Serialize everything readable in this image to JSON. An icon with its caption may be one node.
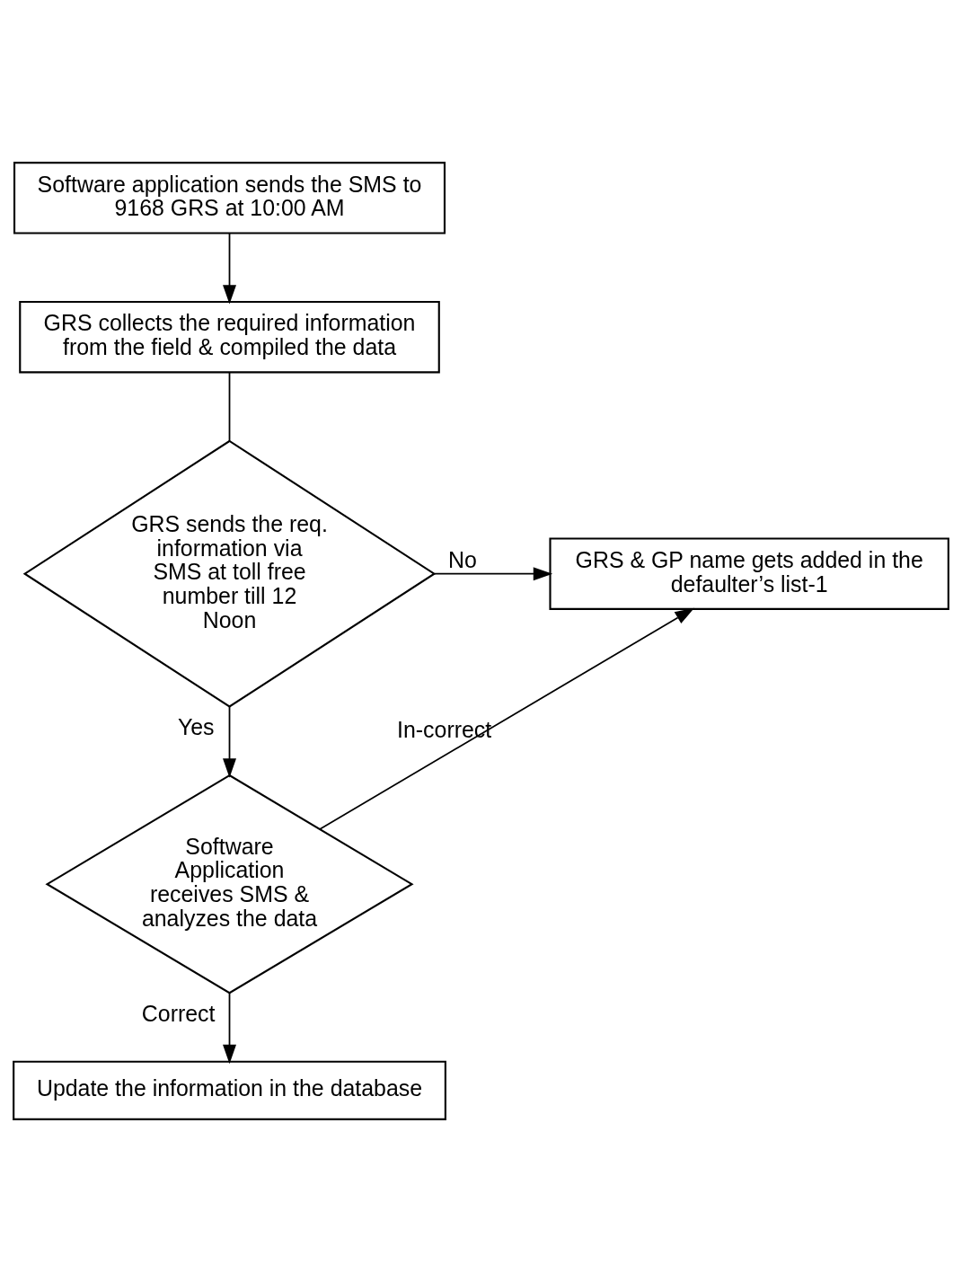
{
  "diagram": {
    "nodes": [
      {
        "text": [
          "Software application sends the SMS to 9168 GRS at 10:00 AM"
        ]
      },
      {
        "text": [
          "GRS collects the required information from the field & compiled the data"
        ]
      },
      {
        "text": [
          "GRS sends the req. information via SMS at toll free number till 12 Noon"
        ]
      },
      {
        "text": [
          "GRS & GP name gets added in the defaulter’s list-1"
        ]
      },
      {
        "text": [
          "Software Application receives SMS & analyzes the data"
        ]
      },
      {
        "text": [
          "Update the information in the database"
        ]
      }
    ],
    "edges": [
      {
        "from": 0,
        "to": 1,
        "arrow": "to"
      },
      {
        "from": 1,
        "to": 2,
        "arrow": "none"
      },
      {
        "from": 2,
        "to": 3,
        "arrow": "to",
        "label": "No"
      },
      {
        "from": 2,
        "to": 4,
        "arrow": "to",
        "label": "Yes"
      },
      {
        "from": 4,
        "to": 3,
        "arrow": "to",
        "label": "In-correct"
      },
      {
        "from": 4,
        "to": 5,
        "arrow": "to",
        "label": "Correct"
      }
    ]
  }
}
